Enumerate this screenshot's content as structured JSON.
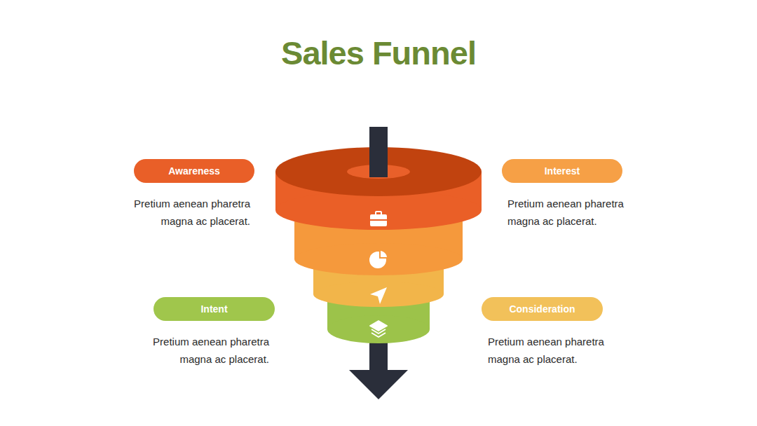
{
  "diagram": {
    "title": "Sales Funnel",
    "nodes": [
      {
        "text": [
          "Awareness",
          "Pretium aenean pharetra magna ac placerat."
        ]
      },
      {
        "text": [
          "Interest",
          "Pretium aenean pharetra magna ac placerat."
        ]
      },
      {
        "text": [
          "Intent",
          "Pretium aenean pharetra magna ac placerat."
        ]
      },
      {
        "text": [
          "Consideration",
          "Pretium aenean pharetra magna ac placerat."
        ]
      }
    ]
  }
}
